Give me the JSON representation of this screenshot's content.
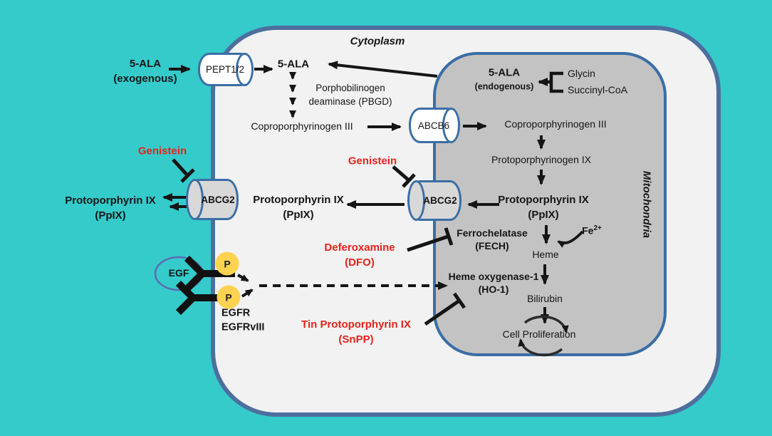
{
  "colors": {
    "background_teal": "#35cbcb",
    "cell_fill": "#f2f2f2",
    "cell_border": "#4d6f9e",
    "mito_fill": "#c3c3c3",
    "mito_border": "#3a6ea4",
    "inhibitor_red": "#e2231c",
    "phospho_yellow": "#ffd34f",
    "arrow_black": "#151515"
  },
  "compartments": {
    "cytoplasm": "Cytoplasm",
    "mitochondria": "Mitochondria"
  },
  "transporters": {
    "pept12": "PEPT1/2",
    "abcb6": "ABCB6",
    "abcg2_mito": "ABCG2",
    "abcg2_pm": "ABCG2"
  },
  "nodes": {
    "ala_exogenous": {
      "line1": "5-ALA",
      "line2": "(exogenous)"
    },
    "ala_cytoplasm": "5-ALA",
    "pbgd": {
      "line1": "Porphobilinogen",
      "line2": "deaminase (PBGD)"
    },
    "copro_cyto": "Coproporphyrinogen III",
    "copro_mito": "Coproporphyrinogen III",
    "protoporphyrinogen": "Protoporphyrinogen IX",
    "ppix_mito": {
      "line1": "Protoporphyrin IX",
      "line2": "(PpIX)"
    },
    "ppix_cyto": {
      "line1": "Protoporphyrin IX",
      "line2": "(PpIX)"
    },
    "ppix_ext": {
      "line1": "Protoporphyrin IX",
      "line2": "(PpIX)"
    },
    "ala_endogenous": {
      "line1": "5-ALA",
      "line2": "(endogenous)"
    },
    "glycin": "Glycin",
    "succinyl_coa": "Succinyl-CoA",
    "fech": {
      "line1": "Ferrochelatase",
      "line2": "(FECH)"
    },
    "fe2": {
      "base": "Fe",
      "sup": "2+"
    },
    "heme": "Heme",
    "ho1": {
      "line1": "Heme oxygenase-1",
      "line2": "(HO-1)"
    },
    "bilirubin": "Bilirubin",
    "cell_proliferation": "Cell Proliferation",
    "egf": "EGF",
    "phospho": "P",
    "egfr": {
      "line1": "EGFR",
      "line2": "EGFRvIII"
    }
  },
  "inhibitors": {
    "genistein_left": "Genistein",
    "genistein_mid": "Genistein",
    "dfo": {
      "line1": "Deferoxamine",
      "line2": "(DFO)"
    },
    "snpp": {
      "line1": "Tin Protoporphyrin IX",
      "line2": "(SnPP)"
    }
  }
}
